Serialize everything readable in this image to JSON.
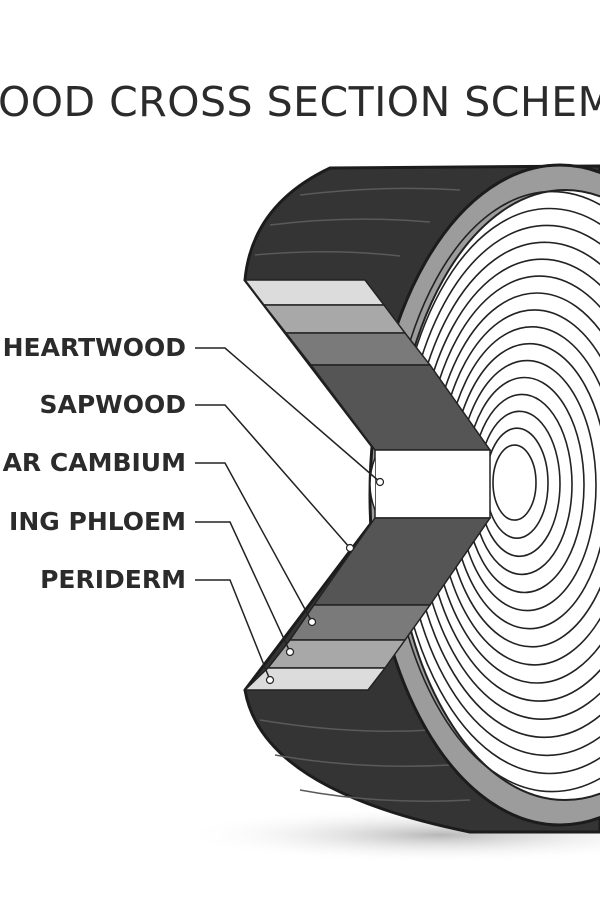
{
  "title": "OOD CROSS SECTION SCHEM",
  "labels": {
    "heartwood": "HEARTWOOD",
    "sapwood": "SAPWOOD",
    "cambium": "AR CAMBIUM",
    "phloem": "ING PHLOEM",
    "periderm": "PERIDERM"
  },
  "colors": {
    "bark": "#343434",
    "sapwood": "#555555",
    "cambium": "#7a7a7a",
    "phloem": "#a8a8a8",
    "periderm": "#dcdcdc",
    "heartwood": "#ffffff",
    "text": "#2b2b2b"
  }
}
